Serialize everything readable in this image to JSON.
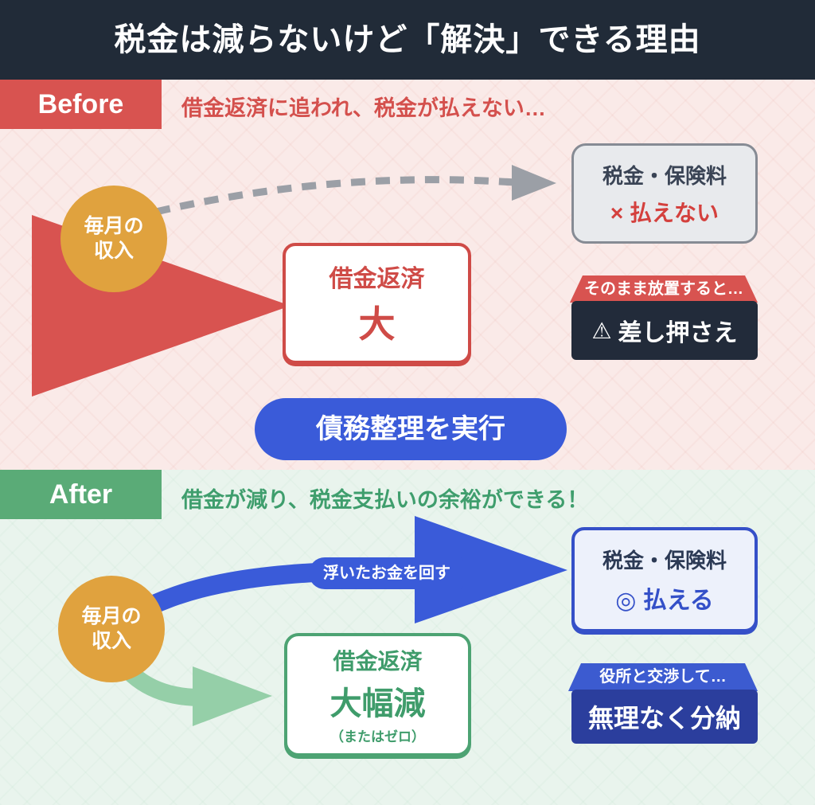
{
  "header": {
    "title": "税金は減らないけど「解決」できる理由"
  },
  "before": {
    "badge": "Before",
    "caption": "借金返済に追われ、税金が払えない…",
    "income_circle": {
      "line1": "毎月の",
      "line2": "収入"
    },
    "debt_box": {
      "title": "借金返済",
      "value": "大"
    },
    "tax_box": {
      "title": "税金・保険料",
      "status": "× 払えない"
    },
    "ribbon": "そのまま放置すると…",
    "warning_box": {
      "icon": "⚠",
      "label": "差し押さえ"
    }
  },
  "action_button": {
    "label": "債務整理を実行"
  },
  "after": {
    "badge": "After",
    "caption": "借金が減り、税金支払いの余裕ができる！",
    "income_circle": {
      "line1": "毎月の",
      "line2": "収入"
    },
    "flow_label": "浮いたお金を回す",
    "debt_box": {
      "title": "借金返済",
      "value": "大幅減",
      "note": "（またはゼロ）"
    },
    "tax_box": {
      "title": "税金・保険料",
      "status": "◎ 払える"
    },
    "ribbon": "役所と交渉して…",
    "payment_box": {
      "label": "無理なく分納"
    }
  },
  "colors": {
    "header_bg": "#212b38",
    "before_bg": "#faeae8",
    "after_bg": "#e9f4ed",
    "accent_red": "#d85350",
    "accent_green": "#5aab77",
    "accent_blue": "#3a5bd9",
    "deep_blue": "#2b3e9d",
    "dark_navy": "#222b3a",
    "orange": "#e0a23e",
    "light_green_arrow": "#95cfa8",
    "gray_arrow": "#9b9fa6"
  }
}
